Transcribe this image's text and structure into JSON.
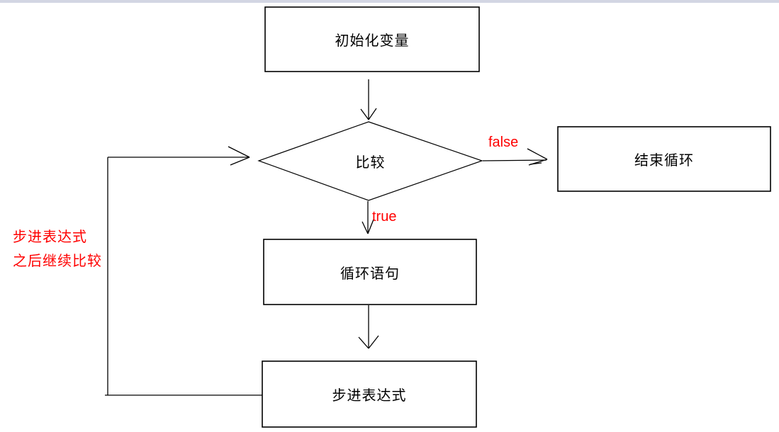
{
  "page": {
    "background": "#ffffff",
    "top_strip_color": "#d3d6e3"
  },
  "flowchart": {
    "nodes": {
      "init": {
        "label": "初始化变量",
        "type": "process"
      },
      "compare": {
        "label": "比较",
        "type": "decision"
      },
      "end_loop": {
        "label": "结束循环",
        "type": "process"
      },
      "loop_body": {
        "label": "循环语句",
        "type": "process"
      },
      "step_expr": {
        "label": "步进表达式",
        "type": "process"
      }
    },
    "edge_labels": {
      "false_branch": "false",
      "true_branch": "true"
    },
    "annotation": {
      "line1": "步进表达式",
      "line2": "之后继续比较"
    },
    "colors": {
      "line": "#000000",
      "node_fill": "#ffffff",
      "node_text": "#000000",
      "edge_label_text": "#ff0000",
      "annotation_text": "#ff0000"
    }
  }
}
